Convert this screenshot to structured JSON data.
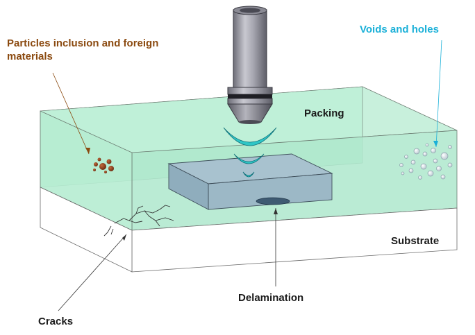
{
  "labels": {
    "particles_line1": "Particles inclusion and foreign",
    "particles_line2": "materials",
    "voids": "Voids and holes",
    "packing": "Packing",
    "substrate": "Substrate",
    "delamination": "Delamination",
    "cracks": "Cracks"
  },
  "colors": {
    "particles_text": "#8b4a10",
    "voids_text": "#1ab0d8",
    "packing_fill": "#bfefd8",
    "die_fill": "#9fbfd0",
    "wave": "#2ec6c6",
    "transducer": "#9a9aa6"
  },
  "icons": {
    "transducer": "ultrasonic-transducer-icon",
    "waves": "ultrasound-wave-icon"
  }
}
